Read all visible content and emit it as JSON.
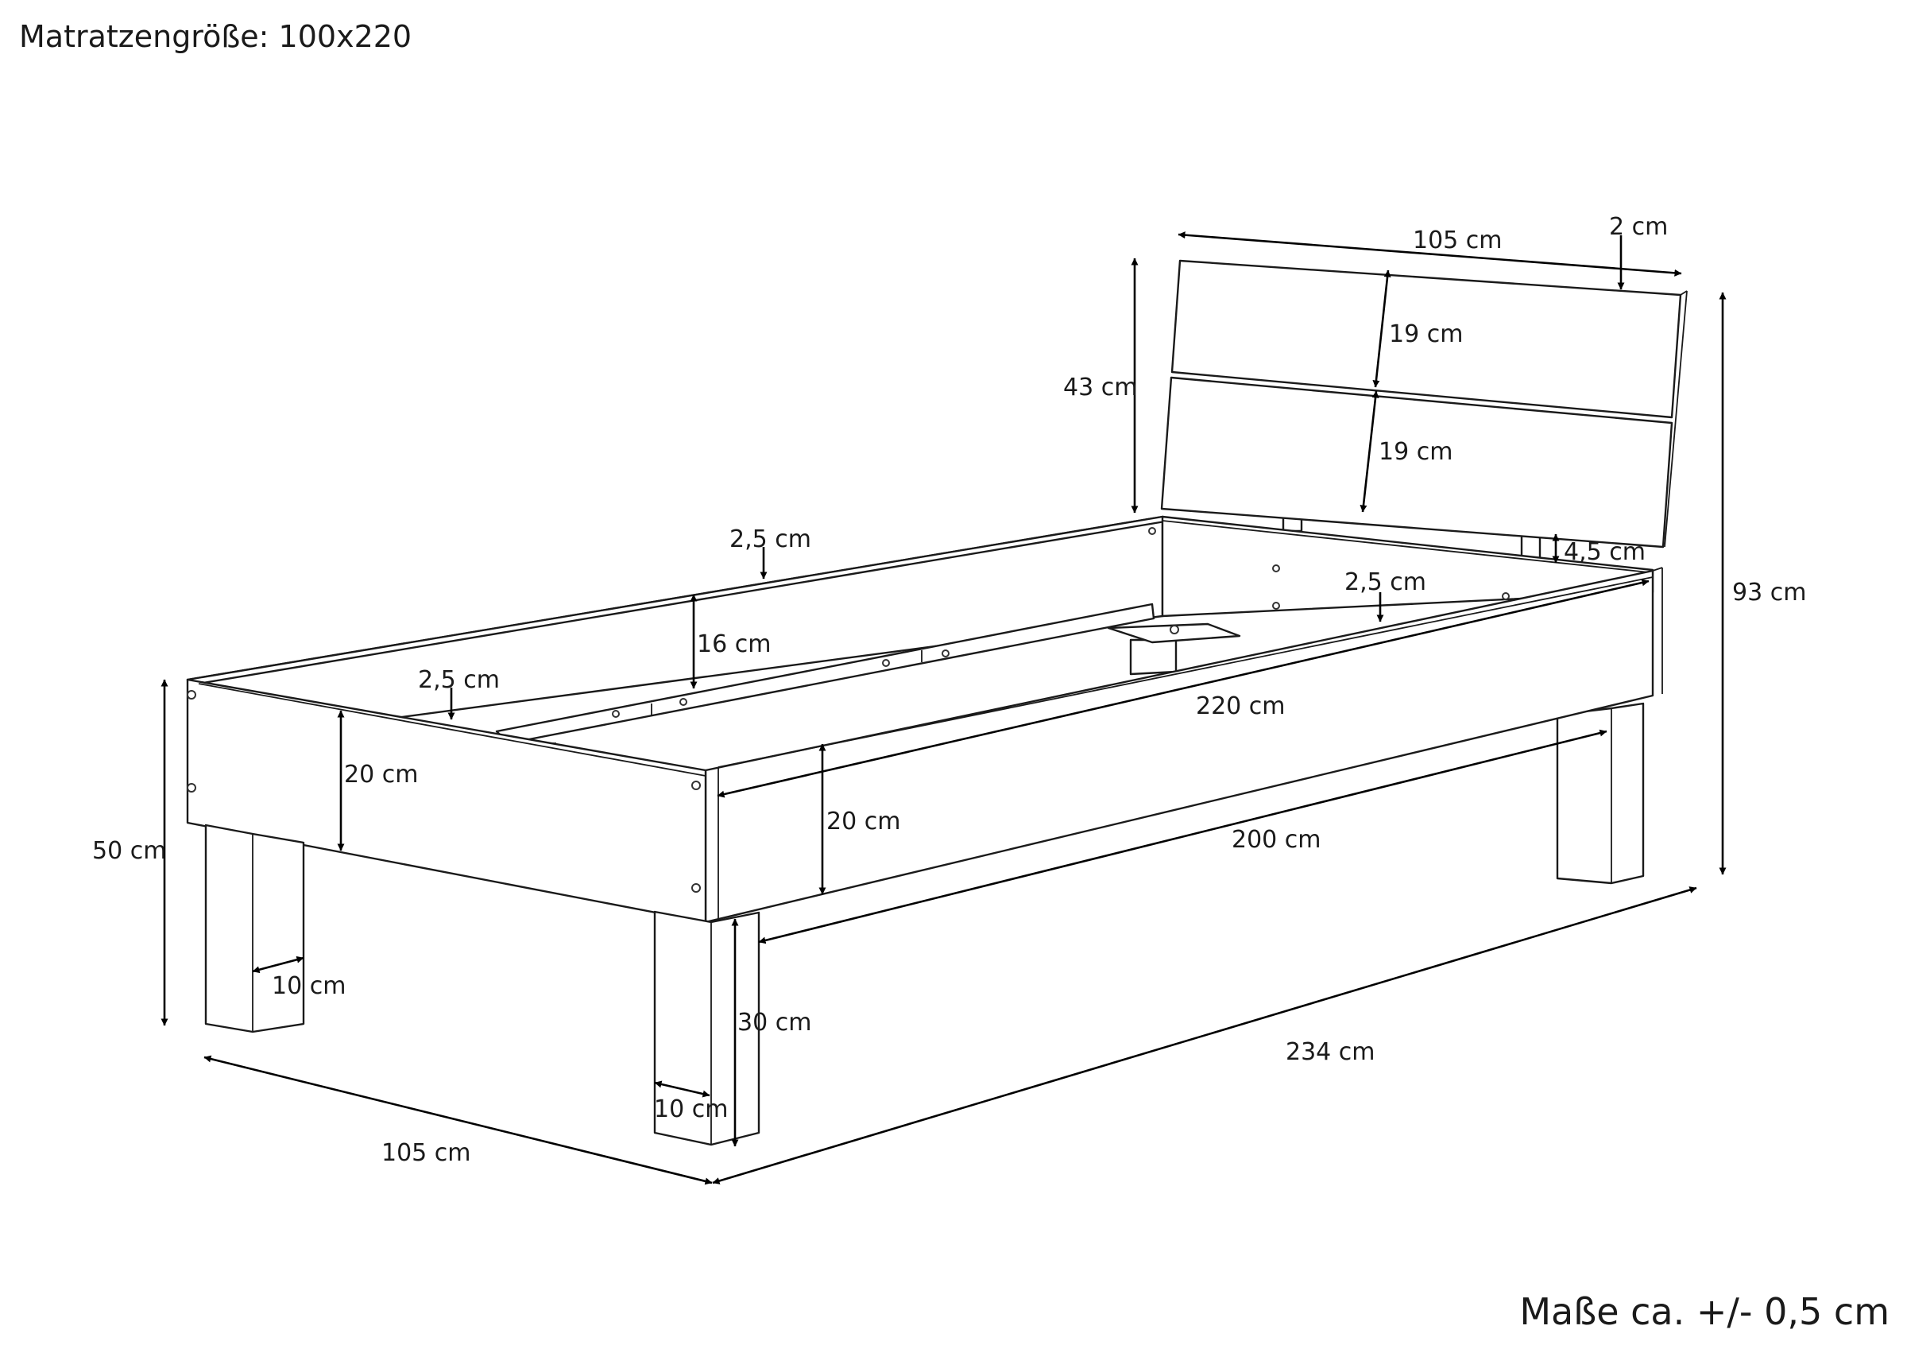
{
  "header": {
    "mattress_size": "Matratzengröße: 100x220"
  },
  "footer": {
    "tolerance": "Maße ca. +/- 0,5 cm"
  },
  "dimensions": {
    "headboard_width": "105 cm",
    "headboard_thickness": "2 cm",
    "headboard_height": "43 cm",
    "board_top": "19 cm",
    "board_bottom": "19 cm",
    "board_gap": "4,5 cm",
    "total_height": "93 cm",
    "rail_thickness_back": "2,5 cm",
    "rail_thickness_front": "2,5 cm",
    "rail_thickness_right": "2,5 cm",
    "inner_rail_height": "16 cm",
    "inner_length": "220 cm",
    "front_rail_height": "20 cm",
    "side_rail_height": "20 cm",
    "leg_distance": "200 cm",
    "bed_height": "50 cm",
    "leg_width_left": "10 cm",
    "leg_height": "30 cm",
    "leg_width_front": "10 cm",
    "total_width": "105 cm",
    "total_length": "234 cm"
  },
  "colors": {
    "line": "#1a1a1a",
    "arrow": "#000000",
    "background": "#ffffff"
  }
}
